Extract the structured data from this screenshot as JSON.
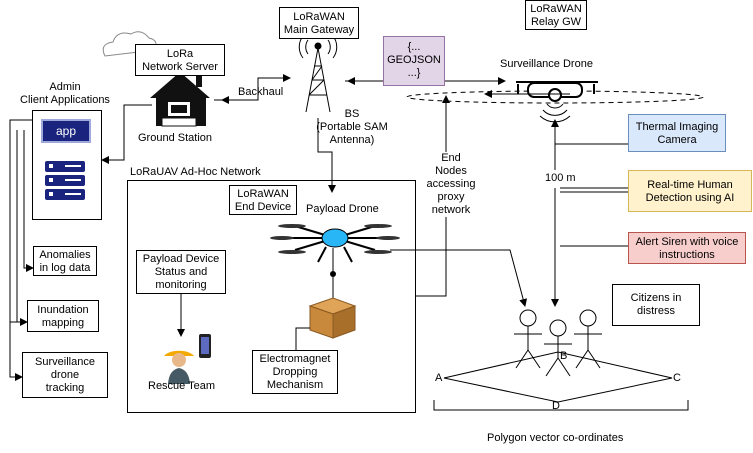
{
  "labels": {
    "lora_ns_line1": "LoRa",
    "lora_ns_line2": "Network Server",
    "admin_line1": "Admin",
    "admin_line2": "Client Applications",
    "app_button": "app",
    "ground_station": "Ground Station",
    "backhaul": "Backhaul",
    "main_gw_line1": "LoRaWAN",
    "main_gw_line2": "Main Gateway",
    "bs_line1": "BS",
    "bs_line2": "(Portable SAM",
    "bs_line3": "Antenna)",
    "geojson_line1": "{...",
    "geojson_line2": "GEOJSON",
    "geojson_line3": "...}",
    "relay_line1": "LoRaWAN",
    "relay_line2": "Relay GW",
    "surveillance_drone": "Surveillance Drone",
    "thermal_line1": "Thermal Imaging",
    "thermal_line2": "Camera",
    "rt_line1": "Real-time Human",
    "rt_line2": "Detection using AI",
    "siren_line1": "Alert Siren with voice",
    "siren_line2": "instructions",
    "hundred_m": "100 m",
    "end_nodes_line1": "End",
    "end_nodes_line2": "Nodes",
    "end_nodes_line3": "accessing",
    "end_nodes_line4": "proxy",
    "end_nodes_line5": "network",
    "adhoc_title": "LoRaUAV Ad-Hoc Network",
    "end_device_line1": "LoRaWAN",
    "end_device_line2": "End Device",
    "payload_drone": "Payload Drone",
    "payload_status_line1": "Payload Device",
    "payload_status_line2": "Status and",
    "payload_status_line3": "monitoring",
    "rescue_team": "Rescue Team",
    "em_line1": "Electromagnet",
    "em_line2": "Dropping",
    "em_line3": "Mechanism",
    "anomalies_line1": "Anomalies",
    "anomalies_line2": "in log data",
    "inundation_line1": "Inundation",
    "inundation_line2": "mapping",
    "surv_track_line1": "Surveillance",
    "surv_track_line2": "drone",
    "surv_track_line3": "tracking",
    "citizens_line1": "Citizens in",
    "citizens_line2": "distress",
    "pt_a": "A",
    "pt_b": "B",
    "pt_c": "C",
    "pt_d": "D",
    "polygon_caption": "Polygon vector co-ordinates"
  },
  "colors": {
    "thermal_fill": "#dae8fc",
    "thermal_border": "#6c8ebf",
    "rt_fill": "#fff2cc",
    "rt_border": "#d6b656",
    "siren_fill": "#f8cecc",
    "siren_border": "#b85450",
    "geojson_fill": "#e1d5e7",
    "geojson_border": "#9673a6",
    "app_blue": "#1a237e",
    "drone_cyan": "#29b6f6",
    "box_brown": "#c8893d"
  }
}
